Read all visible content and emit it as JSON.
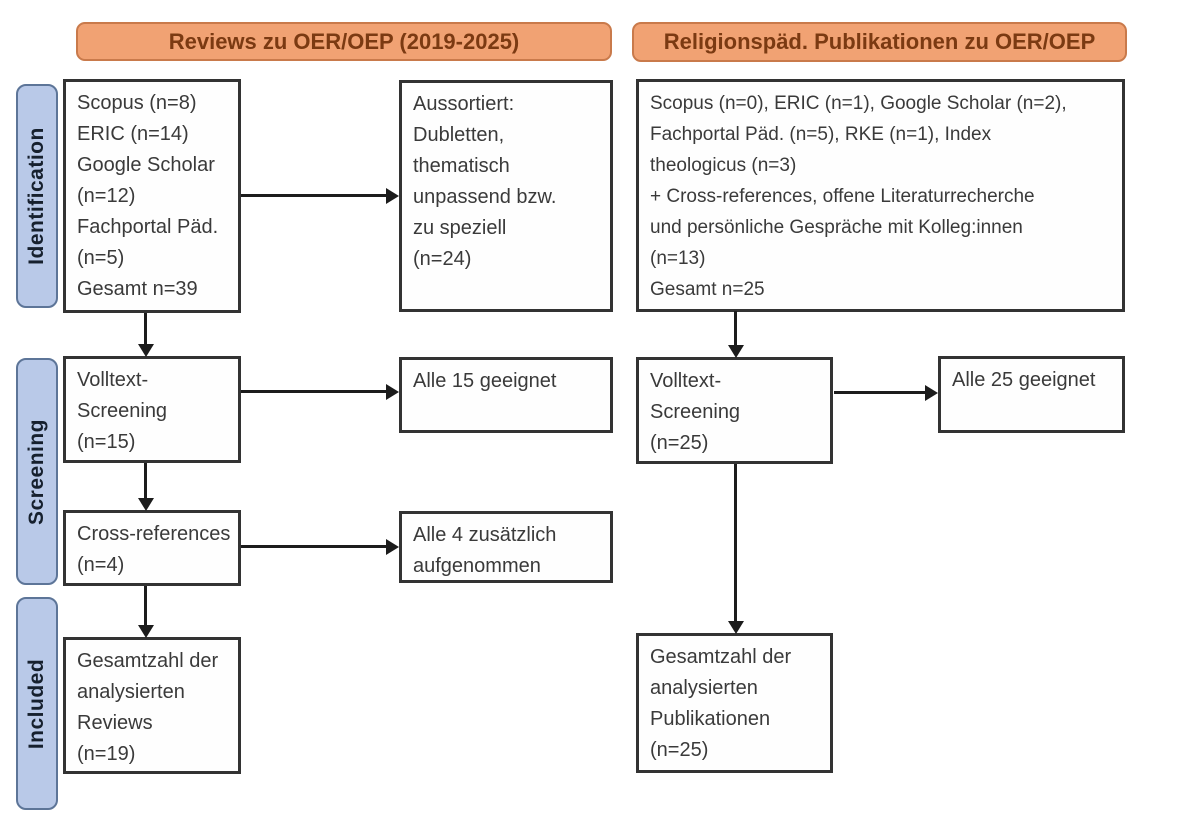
{
  "colors": {
    "header_fill": "#f1a273",
    "header_border": "#c97a4b",
    "header_text": "#7b3a12",
    "stage_fill": "#b9c9e8",
    "stage_border": "#5d7598",
    "stage_text": "#16202e",
    "box_bg": "#fefefe",
    "box_border": "#333333",
    "box_text": "#3a3a3a",
    "arrow_color": "#1c1c1c",
    "page_bg": "#ffffff"
  },
  "headers": {
    "left": "Reviews zu OER/OEP (2019-2025)",
    "right": "Religionspäd. Publikationen zu OER/OEP"
  },
  "stages": {
    "identification": "Identification",
    "screening": "Screening",
    "included": "Included"
  },
  "left_column": {
    "identification_sources": "Scopus (n=8)\nERIC (n=14)\nGoogle Scholar\n(n=12)\nFachportal Päd.\n(n=5)\nGesamt n=39",
    "excluded": "Aussortiert:\nDubletten,\nthematisch\nunpassend bzw.\nzu speziell\n(n=24)",
    "fulltext_screening": "Volltext-\nScreening\n(n=15)",
    "fulltext_result": "Alle 15 geeignet",
    "cross_references": "Cross-references\n(n=4)",
    "cross_references_result": "Alle 4 zusätzlich\naufgenommen",
    "included_total": "Gesamtzahl der\nanalysierten\nReviews\n(n=19)"
  },
  "right_column": {
    "identification_sources": "Scopus (n=0), ERIC (n=1), Google Scholar (n=2),\nFachportal Päd. (n=5), RKE (n=1), Index\ntheologicus (n=3)\n+ Cross-references, offene Literaturrecherche\nund persönliche Gespräche mit Kolleg:innen\n(n=13)\nGesamt n=25",
    "fulltext_screening": "Volltext-\nScreening\n(n=25)",
    "fulltext_result": "Alle 25 geeignet",
    "included_total": "Gesamtzahl der\nanalysierten\nPublikationen\n(n=25)"
  }
}
